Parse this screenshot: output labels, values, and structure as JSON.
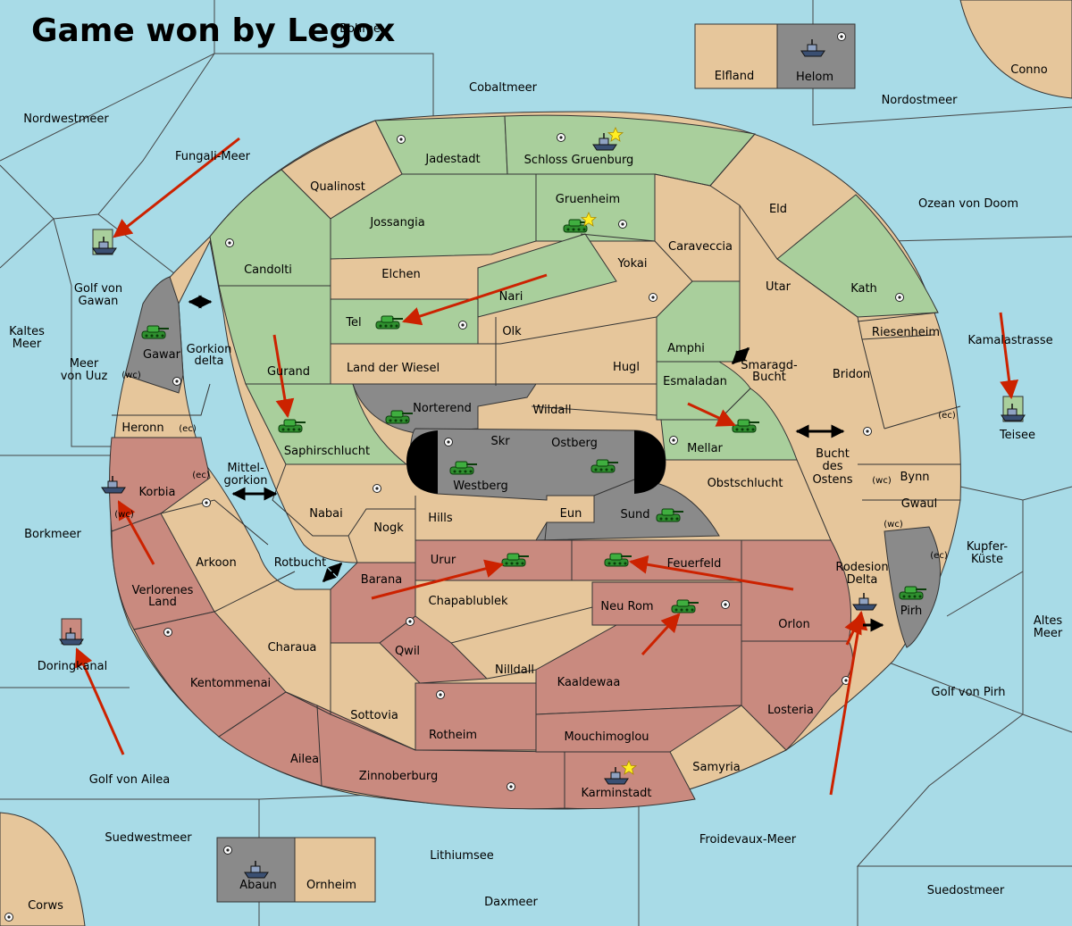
{
  "title": "Game won by Legox",
  "colors": {
    "sea": "#a8dbe7",
    "neutral": "#e6c69b",
    "green": "#a9cf9c",
    "red": "#c98a7f",
    "gray": "#8a8a8a",
    "arrow": "#cc2200"
  },
  "regions": {
    "bohme": "Bohme",
    "cobaltmeer": "Cobaltmeer",
    "elfland": "Elfland",
    "helom": "Helom",
    "conno": "Conno",
    "nordostmeer": "Nordostmeer",
    "nordwestmeer": "Nordwestmeer",
    "fungali": "Fungali-Meer",
    "jadestadt": "Jadestadt",
    "schloss": "Schloss Gruenburg",
    "qualinost": "Qualinost",
    "gruenheim": "Gruenheim",
    "eld": "Eld",
    "ozean": "Ozean von Doom",
    "jossangia": "Jossangia",
    "caraveccia": "Caraveccia",
    "candolti": "Candolti",
    "elchen": "Elchen",
    "yokai": "Yokai",
    "utar": "Utar",
    "kath": "Kath",
    "golf_gawan_1": "Golf von",
    "golf_gawan_2": "Gawan",
    "nari": "Nari",
    "tel": "Tel",
    "olk": "Olk",
    "amphi": "Amphi",
    "riesenheim": "Riesenheim",
    "kamalastrasse": "Kamalastrasse",
    "kaltes_1": "Kaltes",
    "kaltes_2": "Meer",
    "gawar": "Gawar",
    "gorkion_1": "Gorkion",
    "gorkion_2": "delta",
    "meer_uuz_1": "Meer",
    "meer_uuz_2": "von Uuz",
    "gurand": "Gurand",
    "land_wiesel": "Land der Wiesel",
    "hugl": "Hugl",
    "smaragd_1": "Smaragd-",
    "smaragd_2": "Bucht",
    "bridon": "Bridon",
    "esmaladan": "Esmaladan",
    "wc1": "(wc)",
    "norterend": "Norterend",
    "wildall": "Wildall",
    "teisee": "Teisee",
    "heronn": "Heronn",
    "ec1": "(ec)",
    "skr": "Skr",
    "ostberg": "Ostberg",
    "mellar": "Mellar",
    "ec2": "(ec)",
    "saphir": "Saphirschlucht",
    "bucht_1": "Bucht",
    "bucht_2": "des",
    "bucht_3": "Ostens",
    "ec3": "(ec)",
    "mittel_1": "Mittel-",
    "mittel_2": "gorkion",
    "korbia": "Korbia",
    "westberg": "Westberg",
    "obstschlucht": "Obstschlucht",
    "wc2": "(wc)",
    "bynn": "Bynn",
    "gwaul": "Gwaul",
    "wc3": "(wc)",
    "nabai": "Nabai",
    "hills": "Hills",
    "eun": "Eun",
    "sund": "Sund",
    "wc4": "(wc)",
    "borkmeer": "Borkmeer",
    "nogk": "Nogk",
    "kupfer_1": "Kupfer-",
    "kupfer_2": "Küste",
    "ec4": "(ec)",
    "arkoon": "Arkoon",
    "rotbucht": "Rotbucht",
    "urur": "Urur",
    "feuerfeld": "Feuerfeld",
    "rodesion_1": "Rodesion",
    "rodesion_2": "Delta",
    "barana": "Barana",
    "verlorenes_1": "Verlorenes",
    "verlorenes_2": "Land",
    "chapablublek": "Chapablublek",
    "neu_rom": "Neu Rom",
    "pirh": "Pirh",
    "altes_1": "Altes",
    "altes_2": "Meer",
    "orlon": "Orlon",
    "charaua": "Charaua",
    "qwil": "Qwil",
    "doringkanal": "Doringkanal",
    "nilldall": "Nilldall",
    "kentommenai": "Kentommenai",
    "kaaldewaa": "Kaaldewaa",
    "golf_pirh": "Golf von Pirh",
    "losteria": "Losteria",
    "sottovia": "Sottovia",
    "rotheim": "Rotheim",
    "mouchimoglou": "Mouchimoglou",
    "ailea": "Ailea",
    "samyria": "Samyria",
    "zinnoberburg": "Zinnoberburg",
    "golf_ailea": "Golf von Ailea",
    "karminstadt": "Karminstadt",
    "suedwestmeer": "Suedwestmeer",
    "froidevaux": "Froidevaux-Meer",
    "lithiumsee": "Lithiumsee",
    "abaun": "Abaun",
    "ornheim": "Ornheim",
    "suedostmeer": "Suedostmeer",
    "corws": "Corws",
    "daxmeer": "Daxmeer"
  }
}
